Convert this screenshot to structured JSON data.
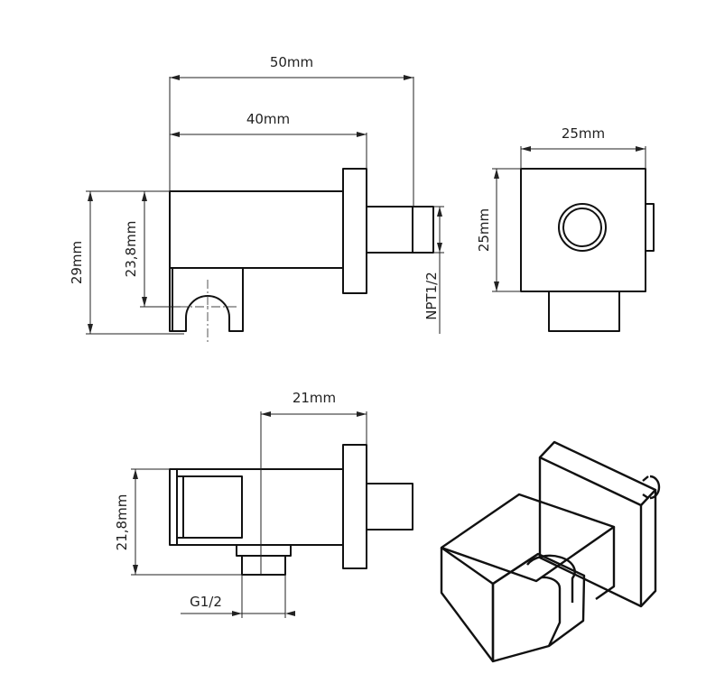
{
  "dimensions": {
    "overall_length": "50mm",
    "body_length": "40mm",
    "face_width": "25mm",
    "face_height": "25mm",
    "overall_height": "29mm",
    "body_height": "23,8mm",
    "inlet_thread": "NPT1/2",
    "offset": "21mm",
    "bottom_height": "21,8mm",
    "outlet_thread": "G1/2"
  },
  "colors": {
    "line": "#111111",
    "background": "#ffffff"
  }
}
